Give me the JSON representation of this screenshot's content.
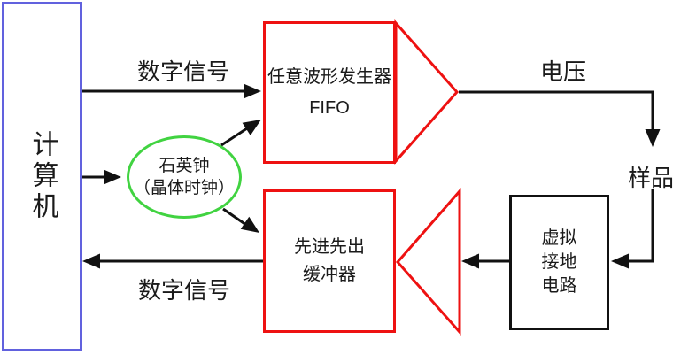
{
  "diagram": {
    "nodes": {
      "computer": {
        "label": "计算机"
      },
      "awg": {
        "line1": "任意波形发生器",
        "line2": "FIFO"
      },
      "clock": {
        "line1": "石英钟",
        "line2": "（晶体时钟）"
      },
      "fifo_buffer": {
        "line1": "先进先出",
        "line2": "缓冲器"
      },
      "virtual_ground": {
        "line1": "虚拟",
        "line2": "接地",
        "line3": "电路"
      }
    },
    "labels": {
      "digital_top": "数字信号",
      "voltage": "电压",
      "sample": "样品",
      "digital_bottom": "数字信号"
    },
    "colors": {
      "computer_border": "#6161de",
      "generator_border": "#ee1111",
      "clock_border": "#41d341",
      "ground_border": "#111111",
      "wire": "#111111",
      "background": "#ffffff"
    }
  }
}
